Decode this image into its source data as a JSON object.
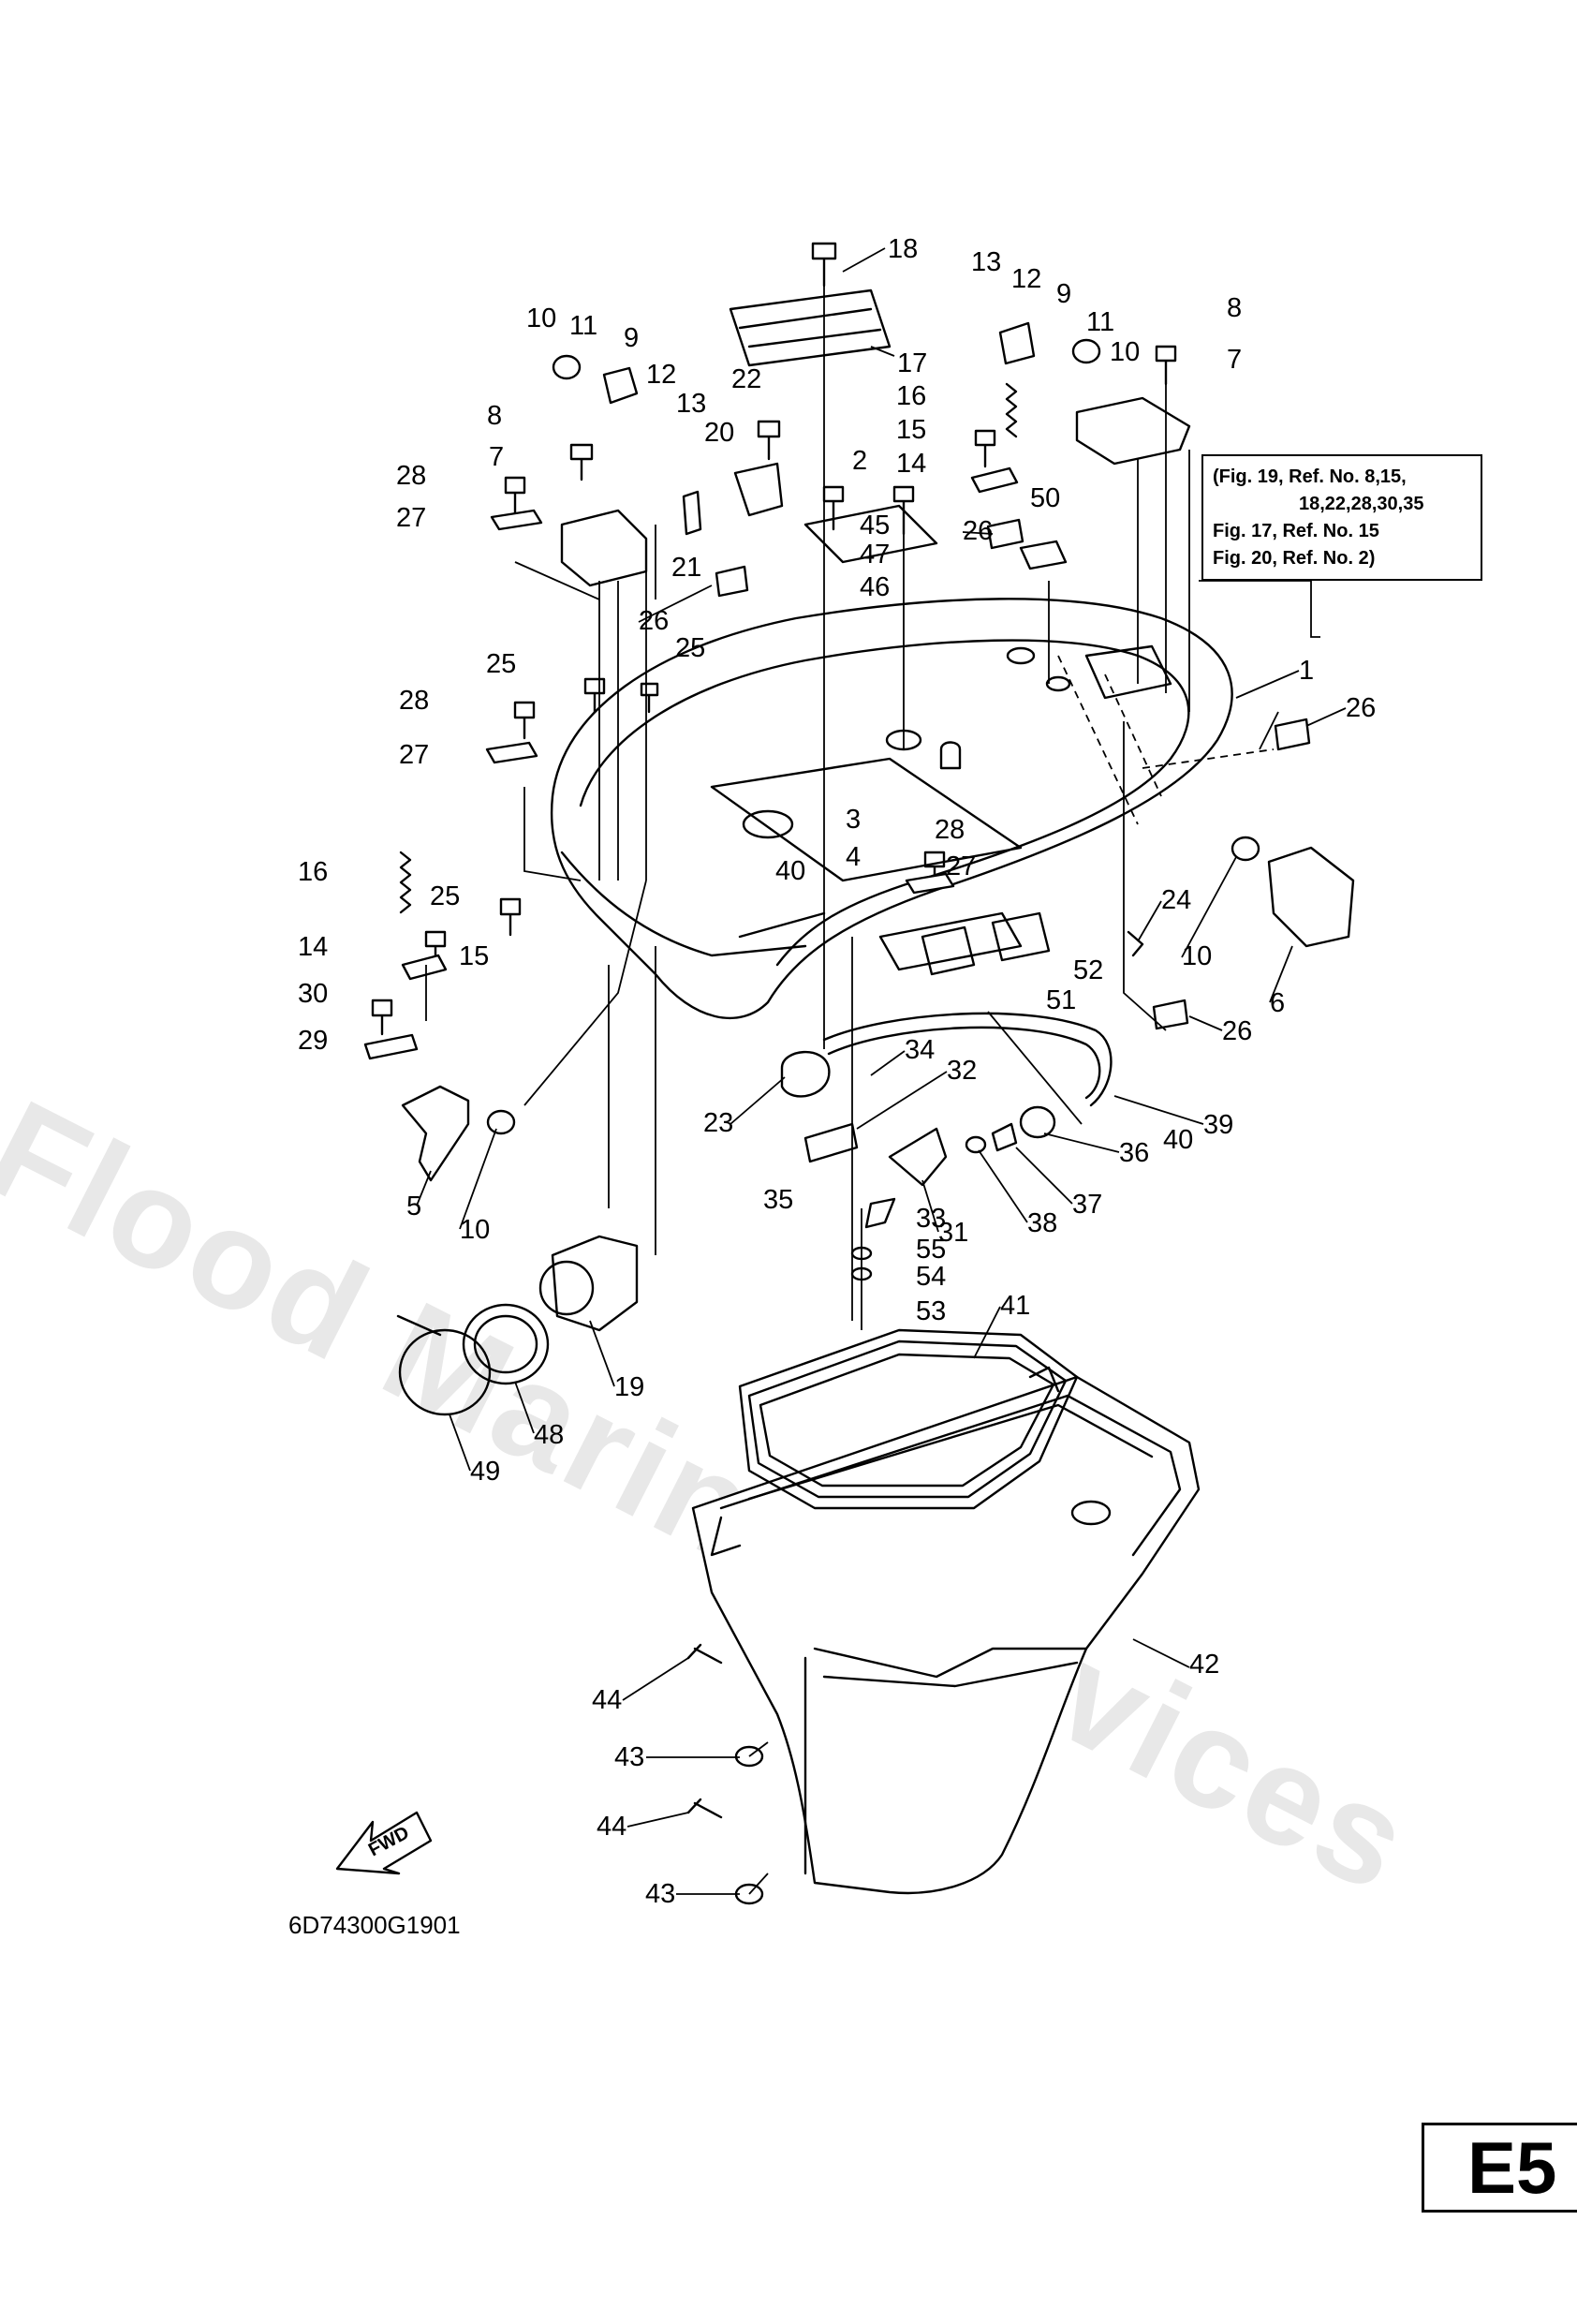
{
  "diagram": {
    "labels": [
      "1",
      "2",
      "3",
      "4",
      "5",
      "6",
      "7",
      "7",
      "8",
      "8",
      "9",
      "9",
      "10",
      "10",
      "10",
      "10",
      "11",
      "11",
      "12",
      "12",
      "13",
      "13",
      "14",
      "14",
      "15",
      "15",
      "16",
      "16",
      "17",
      "18",
      "19",
      "20",
      "21",
      "22",
      "23",
      "24",
      "25",
      "25",
      "25",
      "26",
      "26",
      "26",
      "26",
      "27",
      "27",
      "27",
      "28",
      "28",
      "28",
      "29",
      "30",
      "31",
      "32",
      "33",
      "34",
      "35",
      "36",
      "37",
      "38",
      "39",
      "40",
      "40",
      "41",
      "42",
      "43",
      "43",
      "44",
      "44",
      "45",
      "46",
      "47",
      "48",
      "49",
      "50",
      "51",
      "52",
      "53",
      "54",
      "55"
    ],
    "reference_note": {
      "line1": "(Fig. 19, Ref. No. 8,15,",
      "line2": "18,22,28,30,35",
      "line3": "Fig. 17, Ref. No. 15",
      "line4": "Fig. 20, Ref. No. 2)"
    },
    "fwd_label": "FWD",
    "drawing_number": "6D74300G1901",
    "page_code": "E5",
    "watermark": "Flood Marine Services"
  }
}
